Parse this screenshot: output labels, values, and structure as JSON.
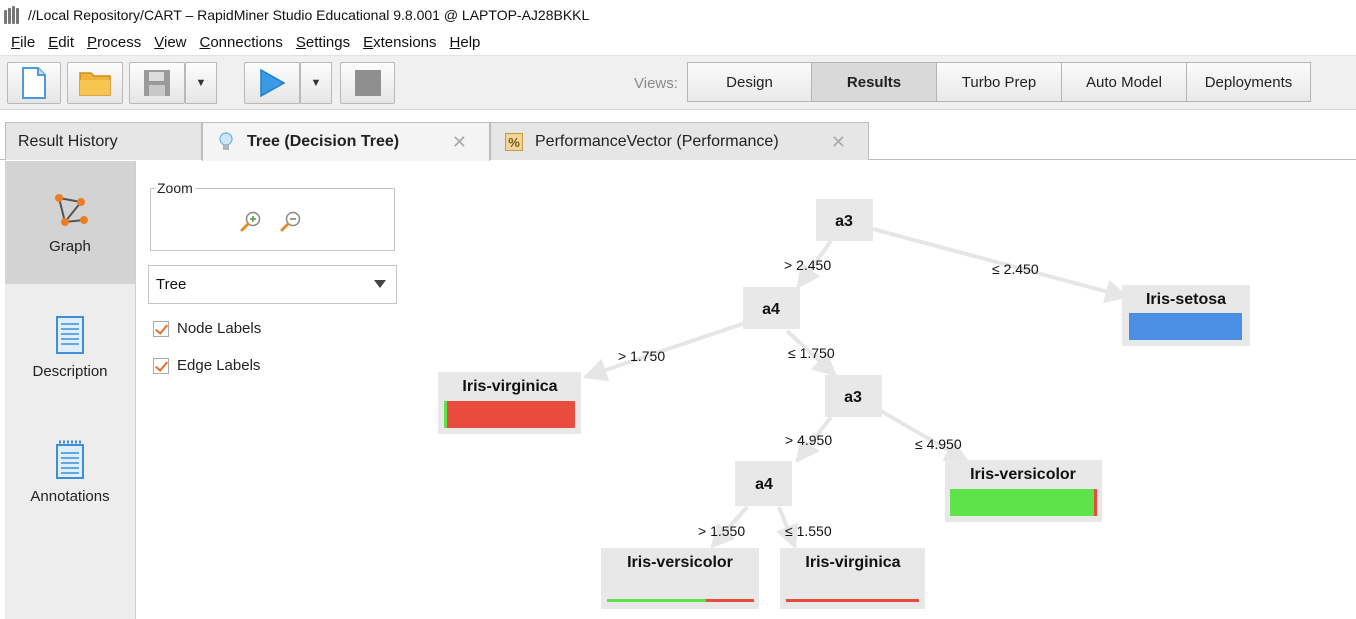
{
  "window": {
    "title": "//Local Repository/CART – RapidMiner Studio Educational 9.8.001 @ LAPTOP-AJ28BKKL"
  },
  "menu": [
    "File",
    "Edit",
    "Process",
    "View",
    "Connections",
    "Settings",
    "Extensions",
    "Help"
  ],
  "toolbar": {
    "views_label": "Views:",
    "views": [
      "Design",
      "Results",
      "Turbo Prep",
      "Auto Model",
      "Deployments"
    ],
    "active_view": "Results"
  },
  "tabs": {
    "history": "Result History",
    "tree": "Tree (Decision Tree)",
    "performance": "PerformanceVector (Performance)"
  },
  "sidebar": {
    "graph": "Graph",
    "description": "Description",
    "annotations": "Annotations"
  },
  "options": {
    "zoom_label": "Zoom",
    "layout_value": "Tree",
    "node_labels": "Node Labels",
    "edge_labels": "Edge Labels"
  },
  "colors": {
    "virginica": "#e84c3d",
    "versicolor": "#5fe34a",
    "setosa": "#4a8fe3",
    "node_bg": "#e8e8e8",
    "edge": "#e6e6e6"
  },
  "tree": {
    "nodes": {
      "root": "a3",
      "a4_top": "a4",
      "a3_mid": "a3",
      "a4_low": "a4",
      "leaf_setosa": "Iris-setosa",
      "leaf_virginica_1": "Iris-virginica",
      "leaf_versicolor_1": "Iris-versicolor",
      "leaf_versicolor_2": "Iris-versicolor",
      "leaf_virginica_2": "Iris-virginica"
    },
    "edges": {
      "root_gt": "> 2.450",
      "root_le": "≤ 2.450",
      "a4_gt": "> 1.750",
      "a4_le": "≤ 1.750",
      "a3_gt": "> 4.950",
      "a3_le": "≤ 4.950",
      "a4b_gt": "> 1.550",
      "a4b_le": "≤ 1.550"
    }
  }
}
